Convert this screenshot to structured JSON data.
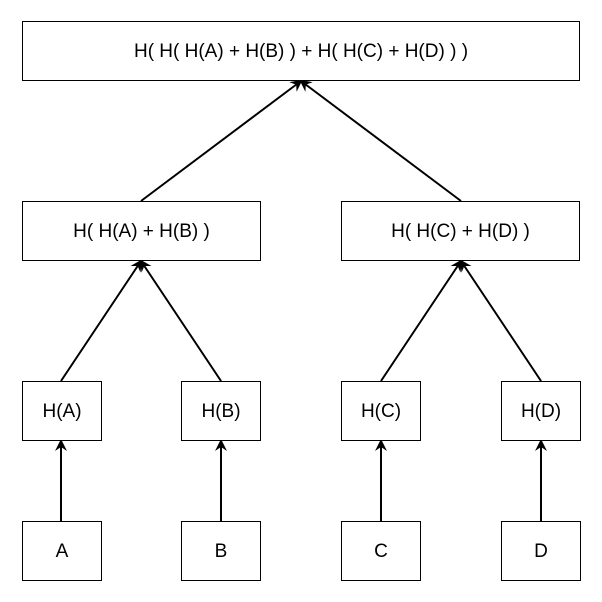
{
  "diagram": {
    "colors": {
      "stroke": "#000000",
      "background": "#ffffff",
      "text": "#000000"
    },
    "nodes": {
      "root": {
        "label": "H( H( H(A) + H(B) ) + H( H(C) + H(D) ) )"
      },
      "hab": {
        "label": "H( H(A) + H(B) )"
      },
      "hcd": {
        "label": "H( H(C) + H(D) )"
      },
      "ha": {
        "label": "H(A)"
      },
      "hb": {
        "label": "H(B)"
      },
      "hc": {
        "label": "H(C)"
      },
      "hd": {
        "label": "H(D)"
      },
      "a": {
        "label": "A"
      },
      "b": {
        "label": "B"
      },
      "c": {
        "label": "C"
      },
      "d": {
        "label": "D"
      }
    },
    "edges": [
      {
        "from": "a",
        "to": "ha"
      },
      {
        "from": "b",
        "to": "hb"
      },
      {
        "from": "c",
        "to": "hc"
      },
      {
        "from": "d",
        "to": "hd"
      },
      {
        "from": "ha",
        "to": "hab"
      },
      {
        "from": "hb",
        "to": "hab"
      },
      {
        "from": "hc",
        "to": "hcd"
      },
      {
        "from": "hd",
        "to": "hcd"
      },
      {
        "from": "hab",
        "to": "root"
      },
      {
        "from": "hcd",
        "to": "root"
      }
    ]
  }
}
